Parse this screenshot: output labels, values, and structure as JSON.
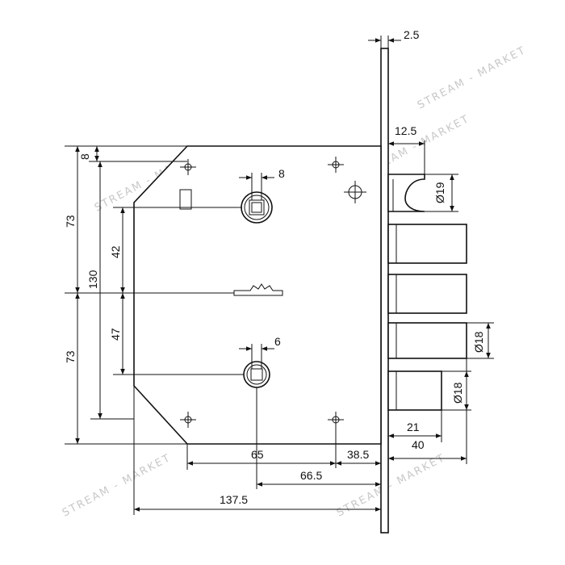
{
  "diagram": {
    "watermark": "STREAM - MARKET",
    "dimensions": {
      "faceplate_thickness": "2.5",
      "latch_offset": "12.5",
      "top_margin": "8",
      "upper_height": "73",
      "total_height": "130",
      "lower_height": "73",
      "upper_spindle_offset": "42",
      "lower_spindle_offset": "47",
      "upper_spindle_size": "8",
      "lower_spindle_size": "6",
      "latch_diameter": "Ø19",
      "bolt_diameter_1": "Ø18",
      "bolt_diameter_2": "Ø18",
      "bolt_throw_short": "21",
      "bolt_throw_long": "40",
      "body_front": "65",
      "backset": "38.5",
      "spindle_to_face": "66.5",
      "body_width": "137.5"
    }
  }
}
